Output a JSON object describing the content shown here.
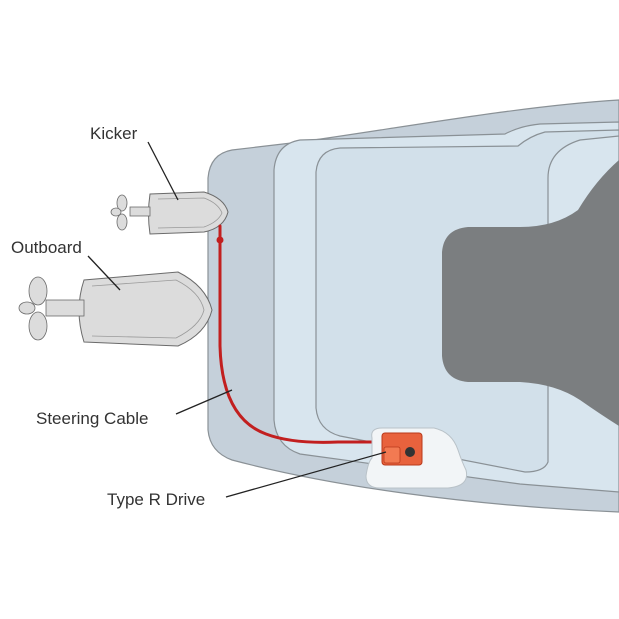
{
  "labels": {
    "kicker": "Kicker",
    "outboard": "Outboard",
    "steering_cable": "Steering Cable",
    "type_r_drive": "Type R Drive"
  },
  "colors": {
    "hull_outer": "#c5d0da",
    "hull_stroke": "#8a9196",
    "hull_inner": "#d8e5ee",
    "console": "#7b7e80",
    "motor_fill": "#dcdcdc",
    "motor_stroke": "#6b6b6b",
    "cable": "#c21f1f",
    "drive": "#e8623d",
    "drive_mount": "#f2f5f7",
    "leader_line": "#222222",
    "label_text": "#333333"
  },
  "icons": {
    "kicker": "small-outboard-motor-icon",
    "outboard": "outboard-motor-icon",
    "drive": "steering-drive-unit-icon"
  }
}
